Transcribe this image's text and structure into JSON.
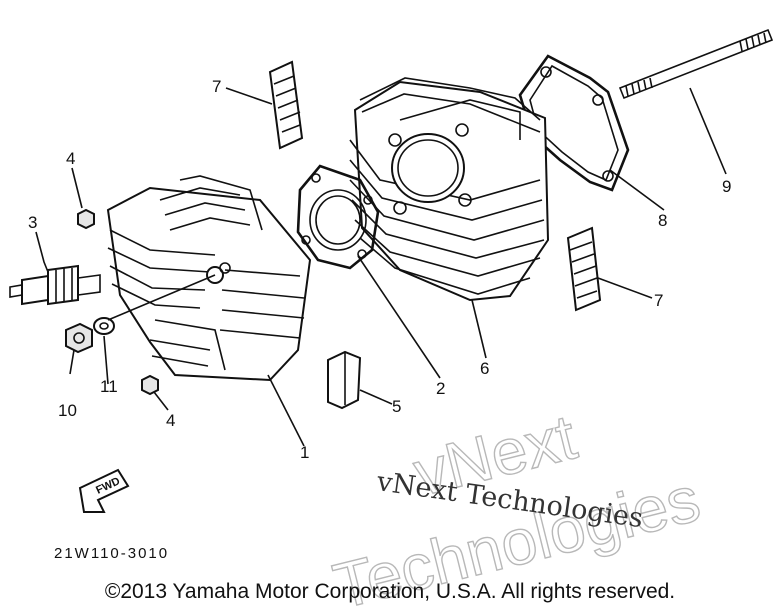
{
  "callouts": [
    "7",
    "4",
    "3",
    "10",
    "11",
    "4",
    "1",
    "5",
    "2",
    "6",
    "8",
    "9",
    "7"
  ],
  "part_code": "21W110-3010",
  "fwd_label": "FWD",
  "watermark": {
    "line1": "vNext Technologies",
    "big1": "vNext",
    "big2": "Technologies"
  },
  "copyright": "©2013 Yamaha Motor Corporation, U.S.A. All rights reserved."
}
